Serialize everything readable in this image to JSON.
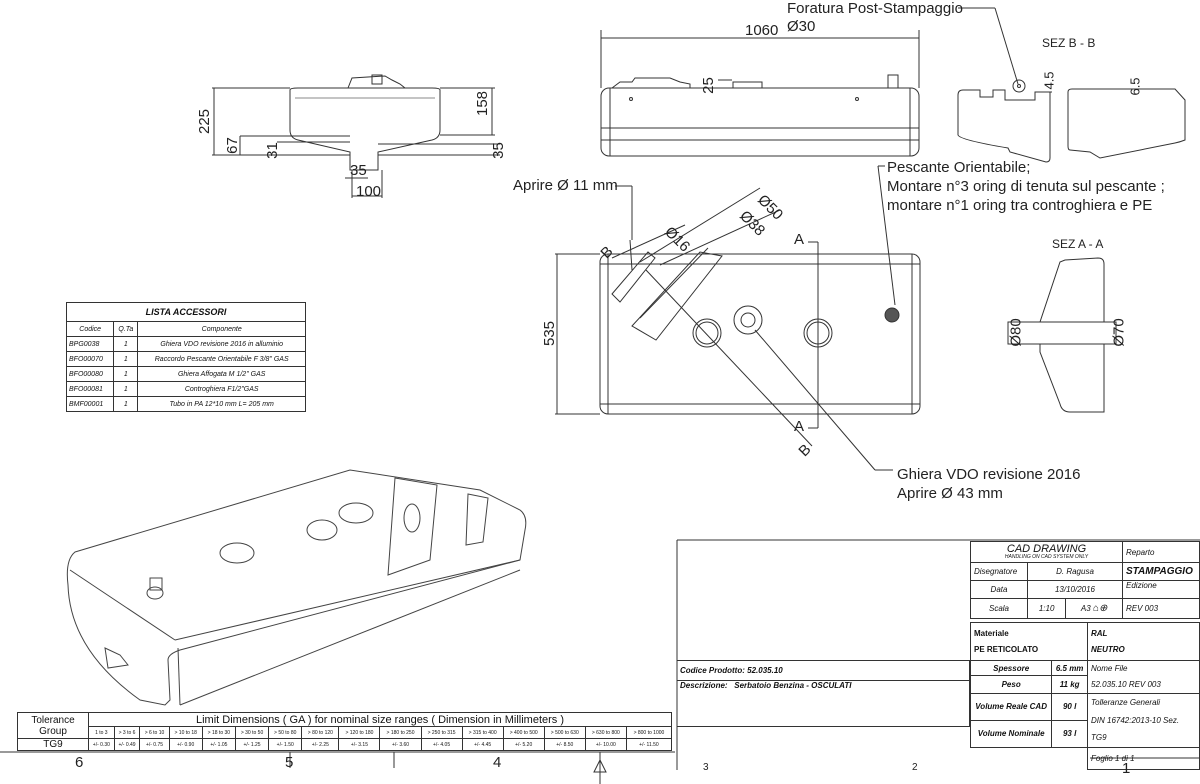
{
  "drawing": {
    "front_view": {
      "dims": {
        "height_total": "225",
        "height_body": "158",
        "d67": "67",
        "d31": "31",
        "d35_left": "35",
        "d35_right": "35",
        "width_sump": "100"
      }
    },
    "side_view": {
      "dims": {
        "length": "1060",
        "boss": "25"
      },
      "note_drill": {
        "line1": "Foratura Post-Stampaggio",
        "line2": "Ø30"
      }
    },
    "section_bb": {
      "title": "SEZ B - B",
      "dim_left": "4.5",
      "dim_right": "6.5"
    },
    "section_aa": {
      "title": "SEZ A - A",
      "dim_left": "Ø80",
      "dim_right": "Ø70"
    },
    "top_view": {
      "dims": {
        "width": "535",
        "d16": "Ø16",
        "d38": "Ø38",
        "d50": "Ø50"
      },
      "section_marks": {
        "a_top": "A",
        "a_bottom": "A",
        "b_top": "B",
        "b_bottom": "B"
      },
      "note_open11": "Aprire Ø 11 mm",
      "note_pescante": {
        "line1": "Pescante Orientabile;",
        "line2": "Montare n°3 oring di tenuta sul pescante ;",
        "line3": "montare n°1 oring tra controghiera e PE"
      },
      "note_ghiera": {
        "line1": "Ghiera VDO revisione 2016",
        "line2": "Aprire Ø 43 mm"
      }
    }
  },
  "accessories": {
    "title": "LISTA ACCESSORI",
    "headers": [
      "Codice",
      "Q.Ta",
      "Componente"
    ],
    "rows": [
      {
        "code": "BPG0038",
        "qty": "1",
        "component": "Ghiera VDO revisione 2016 in alluminio"
      },
      {
        "code": "BFO00070",
        "qty": "1",
        "component": "Raccordo Pescante Orientabile F 3/8\" GAS"
      },
      {
        "code": "BFO00080",
        "qty": "1",
        "component": "Ghiera Affogata M 1/2\" GAS"
      },
      {
        "code": "BFO00081",
        "qty": "1",
        "component": "Controghiera F1/2\"GAS"
      },
      {
        "code": "BMF00001",
        "qty": "1",
        "component": "Tubo in PA 12*10 mm L= 205 mm"
      }
    ]
  },
  "tolerance": {
    "group_header": "Tolerance Group",
    "title": "Limit Dimensions ( GA ) for nominal size ranges ( Dimension in Millimeters )",
    "ranges": [
      "1 to 3",
      "> 3 to 6",
      "> 6 to 10",
      "> 10 to 18",
      "> 18 to 30",
      "> 30 to 50",
      "> 50 to 80",
      "> 80 to 120",
      "> 120 to 180",
      "> 180 to 250",
      "> 250 to 315",
      "> 315 to 400",
      "> 400 to 500",
      "> 500 to 630",
      "> 630 to 800",
      "> 800 to 1000"
    ],
    "group": "TG9",
    "values": [
      "+/- 0.30",
      "+/- 0.49",
      "+/- 0.75",
      "+/- 0.90",
      "+/- 1.05",
      "+/- 1.25",
      "+/- 1.50",
      "+/- 2.25",
      "+/- 3.15",
      "+/- 3.60",
      "+/- 4.05",
      "+/- 4.45",
      "+/- 5.20",
      "+/- 8.50",
      "+/- 10.00",
      "+/- 11.50"
    ]
  },
  "title_block": {
    "cad_title": "CAD  DRAWING",
    "cad_sub": "HANDLING ON CAD SYSTEM ONLY",
    "reparto_label": "Reparto",
    "reparto_value": "STAMPAGGIO",
    "disegnatore_label": "Disegnatore",
    "disegnatore_value": "D. Ragusa",
    "data_label": "Data",
    "data_value": "13/10/2016",
    "edizione_label": "Edizione",
    "scala_label": "Scala",
    "scala_value": "1:10",
    "format": "A3",
    "revision": "REV 003",
    "materiale_label": "Materiale",
    "materiale_value": "PE RETICOLATO",
    "ral_label": "RAL",
    "ral_value": "NEUTRO",
    "spessore_label": "Spessore",
    "spessore_value": "6.5 mm",
    "peso_label": "Peso",
    "peso_value": "11 kg",
    "vol_cad_label": "Volume Reale CAD",
    "vol_cad_value": "90 l",
    "vol_nom_label": "Volume Nominale",
    "vol_nom_value": "93 l",
    "nome_file_label": "Nome File",
    "nome_file_value": "52.035.10 REV 003",
    "tolleranze_label": "Tolleranze Generali",
    "tolleranze_value": "DIN 16742:2013-10 Sez. TG9",
    "foglio": "Foglio 1 di 1",
    "codice_label": "Codice Prodotto:",
    "codice_value": "52.035.10",
    "descr_label": "Descrizione:",
    "descr_value": "Serbatoio Benzina  - OSCULATI"
  },
  "frame": {
    "zones": [
      "6",
      "5",
      "4",
      "3",
      "2",
      "1"
    ]
  }
}
